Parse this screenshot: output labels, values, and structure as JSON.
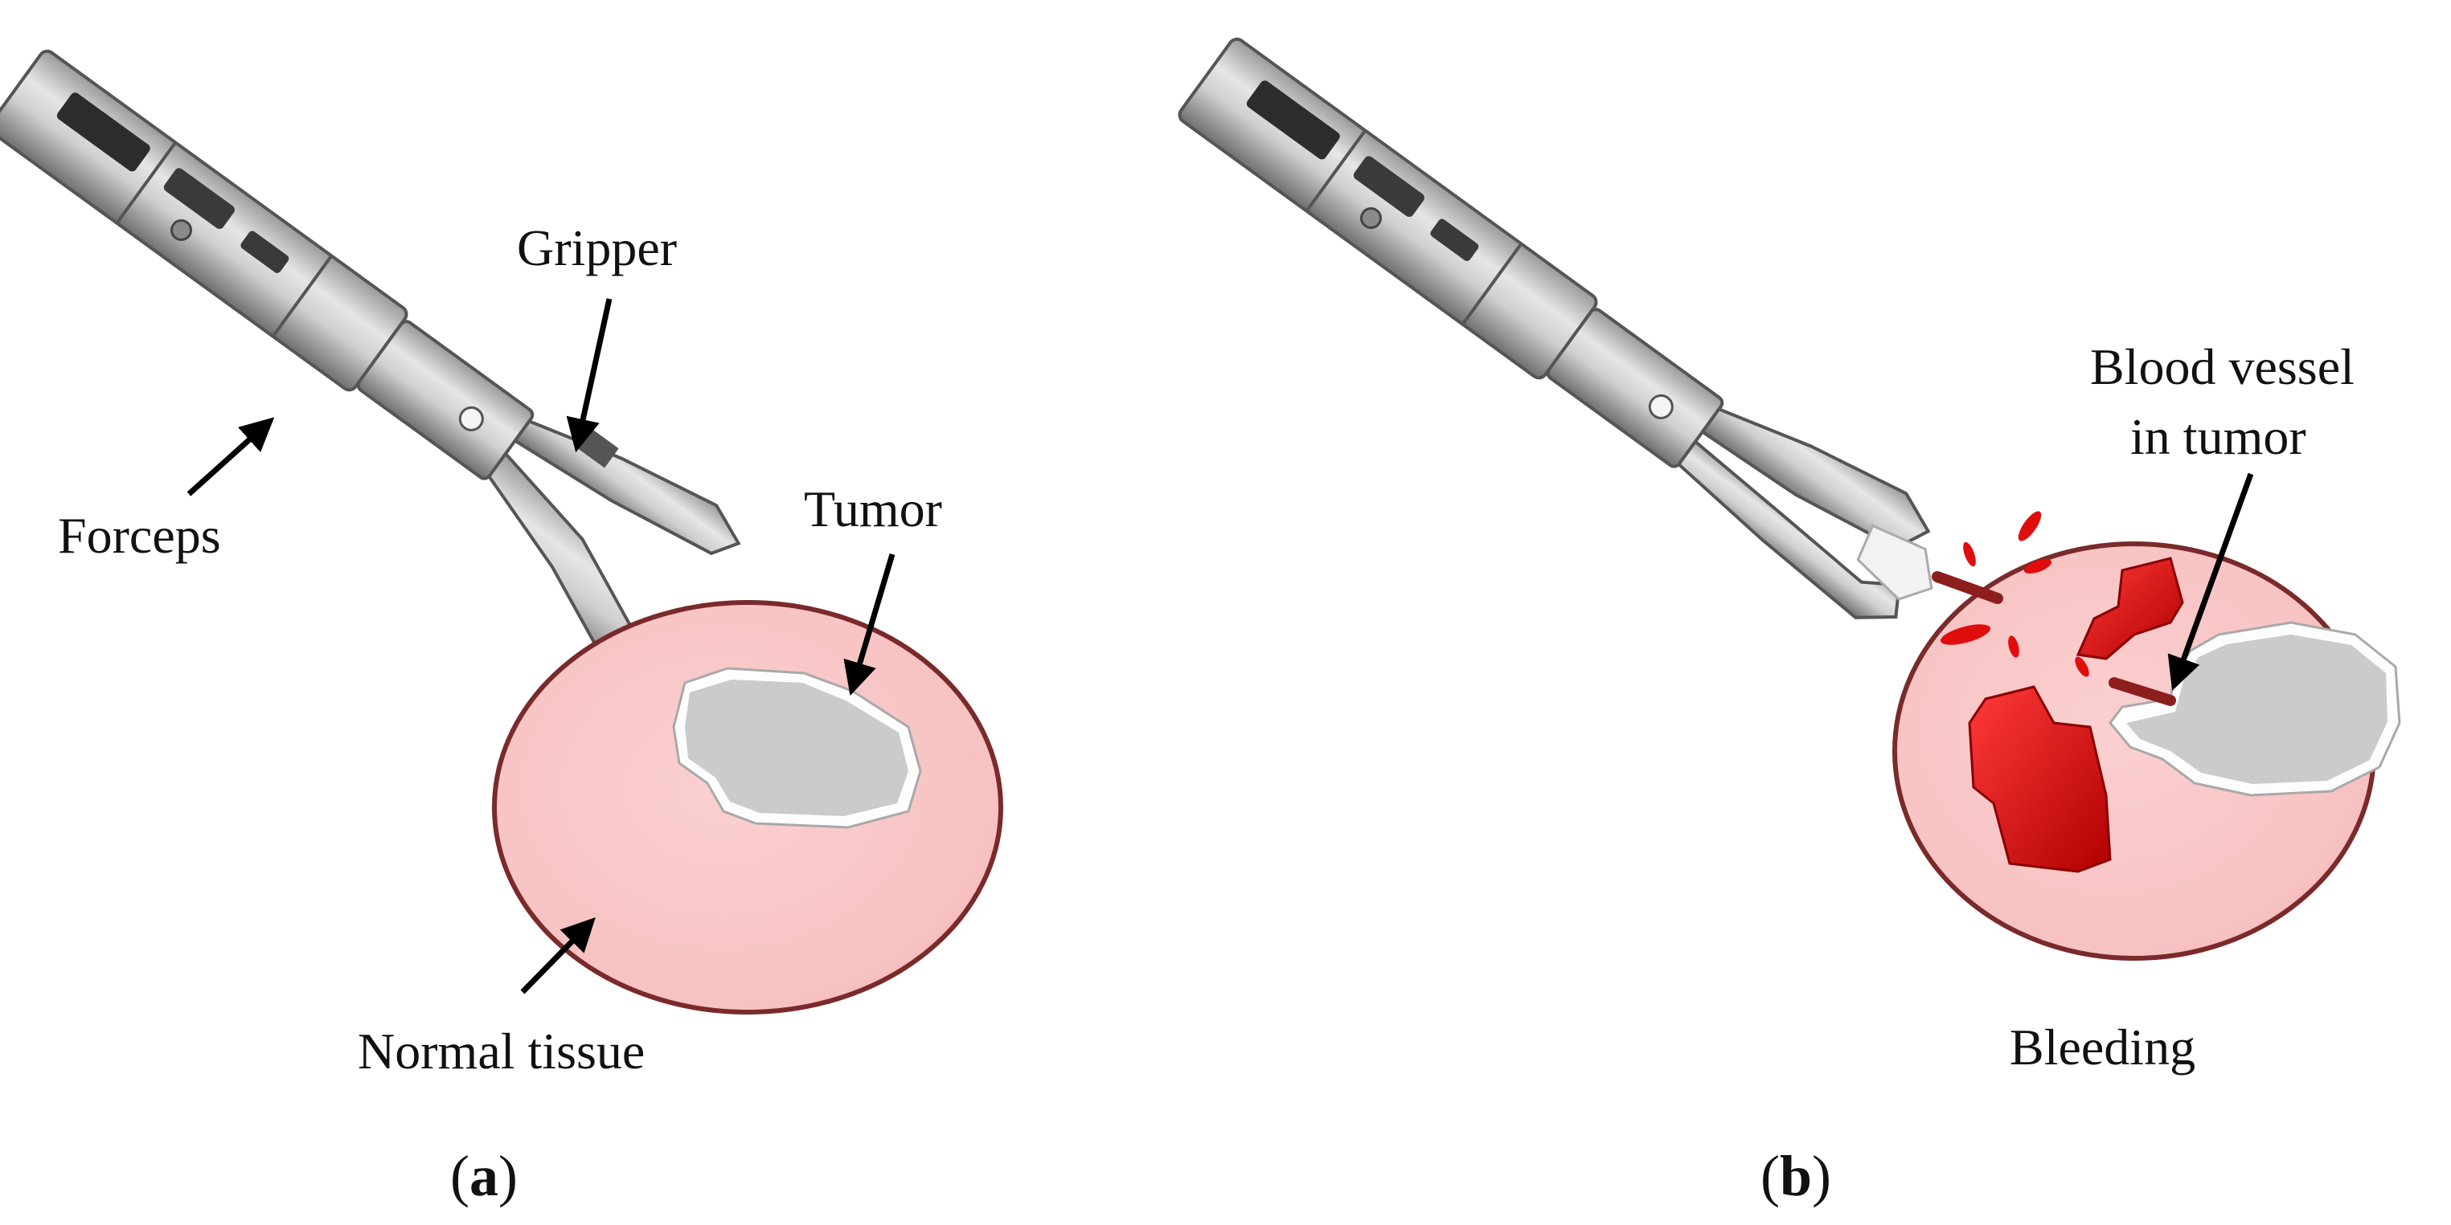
{
  "panel_a": {
    "labels": {
      "gripper": "Gripper",
      "forceps": "Forceps",
      "tumor": "Tumor",
      "normal_tissue": "Normal tissue"
    },
    "caption": {
      "open": "(",
      "letter": "a",
      "close": ")"
    }
  },
  "panel_b": {
    "labels": {
      "vessel_line1": "Blood vessel",
      "vessel_line2": "in tumor",
      "bleeding": "Bleeding"
    },
    "caption": {
      "open": "(",
      "letter": "b",
      "close": ")"
    }
  },
  "colors": {
    "tissue_fill": "#f9c6c6",
    "tissue_edge": "#7a2a2a",
    "tumor_fill": "#c9c9c9",
    "blood": "#e00d0d",
    "blood_dark": "#9a0000",
    "metal": "#bdbdbd",
    "metal_dark": "#6e6e6e"
  }
}
